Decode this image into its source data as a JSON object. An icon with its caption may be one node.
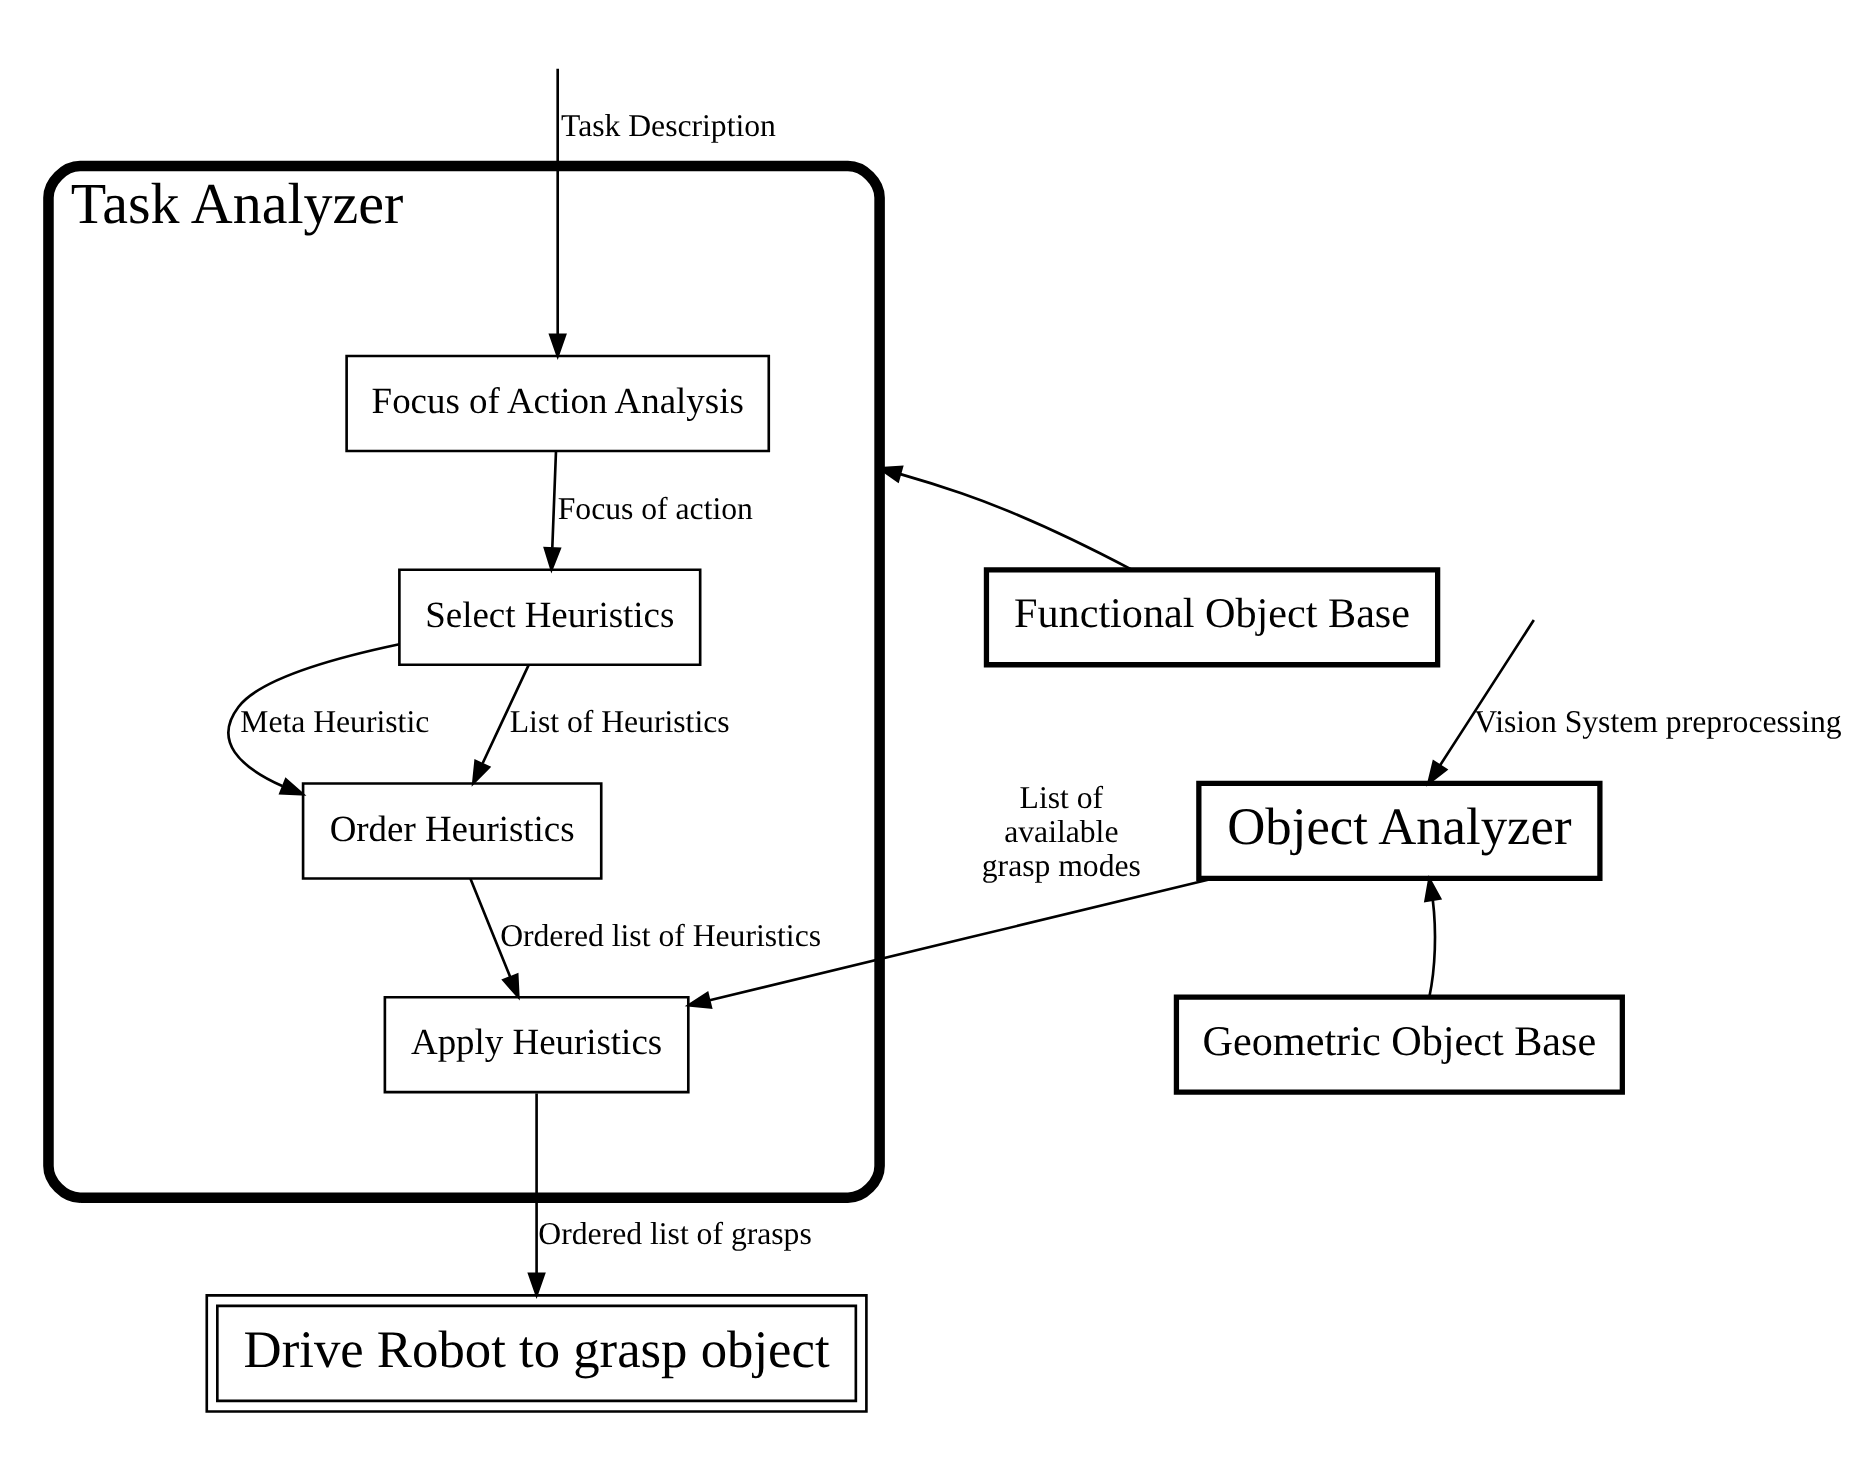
{
  "diagram": {
    "nodes": [
      {
        "text": [
          "Task Analyzer"
        ]
      },
      {
        "text": [
          "Focus of Action Analysis"
        ],
        "in": 0
      },
      {
        "text": [
          "Select Heuristics"
        ],
        "in": 0
      },
      {
        "text": [
          "Order Heuristics"
        ],
        "in": 0
      },
      {
        "text": [
          "Apply Heuristics"
        ],
        "in": 0
      },
      {
        "text": [
          "Functional Object Base"
        ]
      },
      {
        "text": [
          "Object Analyzer"
        ]
      },
      {
        "text": [
          "Geometric Object Base"
        ]
      },
      {
        "text": [
          "Drive Robot to grasp object"
        ]
      }
    ],
    "edges": [
      {
        "from": null,
        "to": 1,
        "arrow": "to",
        "label": "Task Description"
      },
      {
        "from": 1,
        "to": 2,
        "arrow": "to",
        "label": "Focus of action"
      },
      {
        "from": 2,
        "to": 3,
        "arrow": "to",
        "label": "Meta Heuristic"
      },
      {
        "from": 2,
        "to": 3,
        "arrow": "to",
        "label": "List of Heuristics"
      },
      {
        "from": 3,
        "to": 4,
        "arrow": "to",
        "label": "Ordered list of Heuristics"
      },
      {
        "from": 5,
        "to": 0,
        "arrow": "to"
      },
      {
        "from": null,
        "to": 6,
        "arrow": "to",
        "label": "Vision System preprocessing"
      },
      {
        "from": 7,
        "to": 6,
        "arrow": "to"
      },
      {
        "from": 6,
        "to": 4,
        "arrow": "to",
        "label": "List of available grasp modes"
      },
      {
        "from": 4,
        "to": 8,
        "arrow": "to",
        "label": "Ordered list of grasps"
      }
    ]
  }
}
